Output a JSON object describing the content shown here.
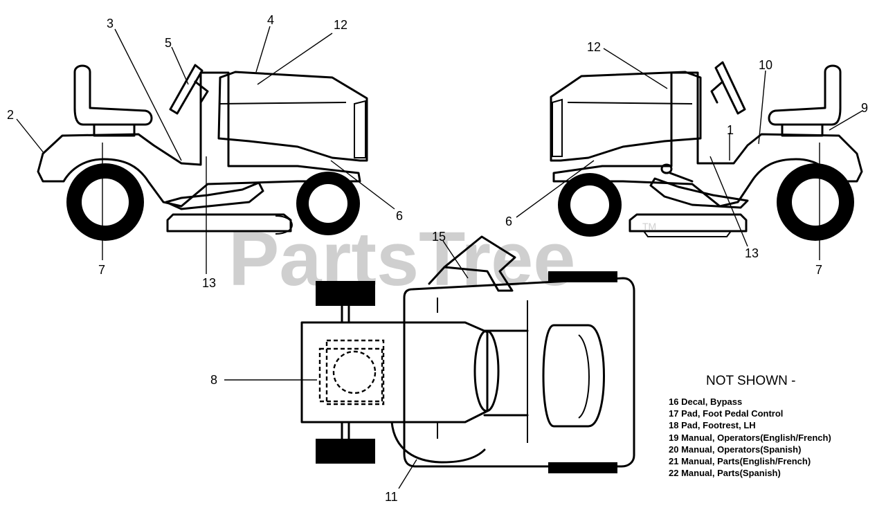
{
  "watermark": {
    "text": "PartsTree",
    "trademark": "TM"
  },
  "callouts": {
    "left_view": [
      "2",
      "3",
      "4",
      "5",
      "12",
      "6",
      "7",
      "13"
    ],
    "right_view": [
      "12",
      "10",
      "9",
      "1",
      "6",
      "13",
      "7"
    ],
    "top_view": [
      "15",
      "8",
      "11"
    ]
  },
  "not_shown": {
    "title": "NOT SHOWN -",
    "items": [
      "16 Decal, Bypass",
      "17 Pad, Foot Pedal Control",
      "18 Pad, Footrest, LH",
      "19 Manual, Operators(English/French)",
      "20 Manual, Operators(Spanish)",
      "21 Manual, Parts(English/French)",
      "22 Manual, Parts(Spanish)"
    ]
  }
}
